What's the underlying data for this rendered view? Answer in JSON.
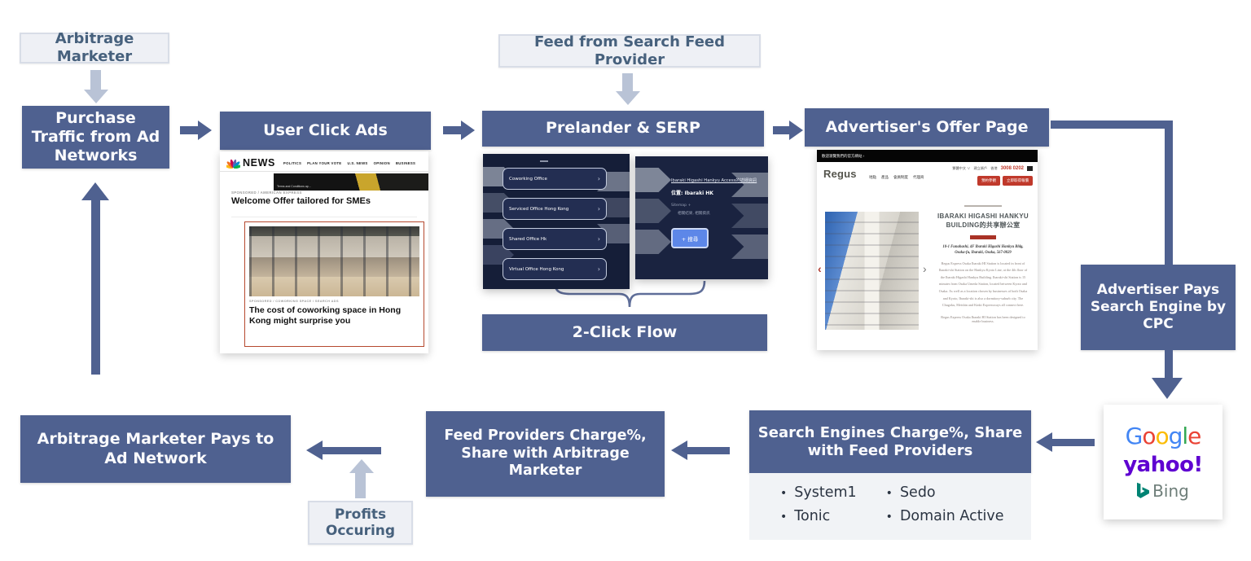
{
  "colors": {
    "box_blue": "#4f6190",
    "light_arrow": "#b9c3d6",
    "ad_border_red": "#b5492f",
    "regus_red": "#c0392b",
    "yahoo_purple": "#5f01d1",
    "bing_teal": "#008373",
    "google_letter_colors": [
      "#4285F4",
      "#EA4335",
      "#FBBC05",
      "#4285F4",
      "#34A853",
      "#EA4335"
    ]
  },
  "flow": {
    "arbitrage_marketer": "Arbitrage Marketer",
    "purchase_traffic": "Purchase Traffic from Ad Networks",
    "user_click_ads": "User Click Ads",
    "feed_from_search_feed_provider": "Feed from Search Feed Provider",
    "prelander_serp": "Prelander & SERP",
    "two_click_flow": "2-Click Flow",
    "advertisers_offer_page": "Advertiser's Offer Page",
    "advertiser_pays_cpc": "Advertiser Pays Search Engine by CPC",
    "search_engines_charge": "Search Engines Charge%, Share with Feed Providers",
    "feed_providers_charge": "Feed Providers Charge%, Share with Arbitrage Marketer",
    "arbitrage_marketer_pays": "Arbitrage Marketer Pays to Ad Network",
    "profits_occuring": "Profits Occuring",
    "bullet": "•",
    "feed_providers": [
      "System1",
      "Tonic",
      "Sedo",
      "Domain Active"
    ]
  },
  "news": {
    "brand": "NEWS",
    "nav": [
      "POLITICS",
      "PLAN YOUR VOTE",
      "U.S. NEWS",
      "OPINION",
      "BUSINESS"
    ],
    "banner_caption": "Terms and Conditions ap…",
    "sponsored": "SPONSORED / AMERICAN EXPRESS",
    "headline": "Welcome Offer tailored for SMEs",
    "ad_sponsored": "SPONSORED / COWORKING SPACE / SEARCH ADS",
    "ad_headline": "The cost of coworking space in Hong Kong might surprise you"
  },
  "prelander": {
    "buttons": [
      "Coworking Office",
      "Serviced Office Hong Kong",
      "Shared Office Hk",
      "Virtual Office Hong Kong"
    ],
    "chevron": "›"
  },
  "serp": {
    "title": "Ibaraki Higashi Hankyu Access的詳細資訊",
    "location": "位置: Ibaraki HK",
    "meta1": "Sitemap +",
    "meta2": "相關結果, 相關資訊",
    "button": "+ 搜尋"
  },
  "offer": {
    "topbar": "歡迎瀏覽我們的官方網站 ›",
    "brand": "Regus",
    "nav": [
      "地點",
      "產品",
      "會員制度",
      "代理商"
    ],
    "lang": "繁體中文 ∨",
    "account": "建立賬戶",
    "region": "香港",
    "phone": "3008 0202",
    "btn1": "預約參觀",
    "btn2": "立即取得報價",
    "carousel_prev": "‹",
    "carousel_next": "›",
    "title": "IBARAKI HIGASHI HANKYU BUILDING的共享辦公室",
    "address": "10-1 Funahashi, 4F Ibaraki Higashi Hankyu Bldg, Osaka-fu, Ibaraki, Osaka, 567-0829",
    "body": "Regus Express Osaka Ibaraki HI Station is located in front of Ibaraki-shi Station on the Hankyu Kyoto Line, at the 4th floor of the Ibaraki Higashi Hankyu Building. Ibaraki-shi Station is 15 minutes from Osaka Umeda Station, located between Kyoto and Osaka. As well as a location chosen by businesses of both Osaka and Kyoto, Ibaraki-shi is also a dormitory-suburb city. The Chugoku, Meishin and Kinki Expressways all connect here.",
    "footer": "Regus Express Osaka Ibaraki HI Station has been designed to enable business."
  },
  "logos": {
    "google_letters": [
      "G",
      "o",
      "o",
      "g",
      "l",
      "e"
    ],
    "yahoo": "yahoo!",
    "bing": "Bing"
  }
}
